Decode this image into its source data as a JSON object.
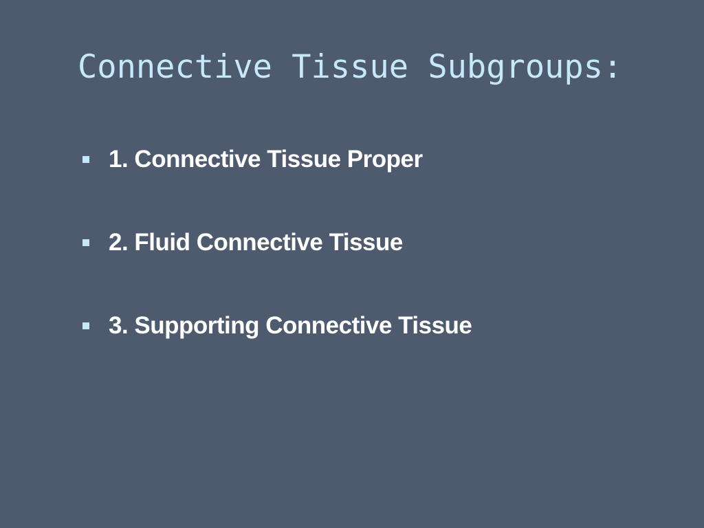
{
  "slide": {
    "title": "Connective Tissue Subgroups:",
    "bullets": [
      {
        "text": "1. Connective Tissue Proper"
      },
      {
        "text": "2. Fluid Connective Tissue"
      },
      {
        "text": "3. Supporting Connective Tissue"
      }
    ]
  },
  "colors": {
    "background": "#4e5a6d",
    "title": "#c5e9fb",
    "bullet_marker": "#c5e9fb",
    "bullet_text": "#ffffff"
  },
  "icons": {
    "bullet_marker": "square-bullet-icon"
  }
}
